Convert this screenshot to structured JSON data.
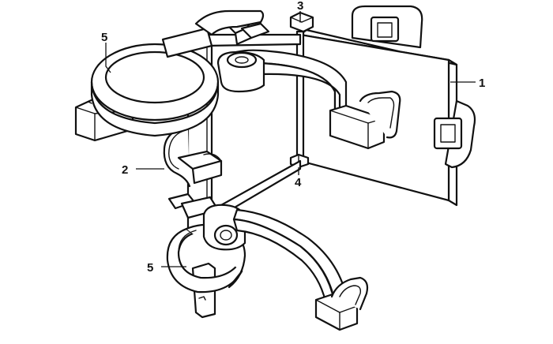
{
  "figure": {
    "callouts": {
      "c1": "1",
      "c2": "2",
      "c3": "3",
      "c4": "4",
      "c5_top": "5",
      "c5_bottom": "5"
    }
  },
  "colors": {
    "line": "#111111",
    "fill": "#ffffff"
  }
}
